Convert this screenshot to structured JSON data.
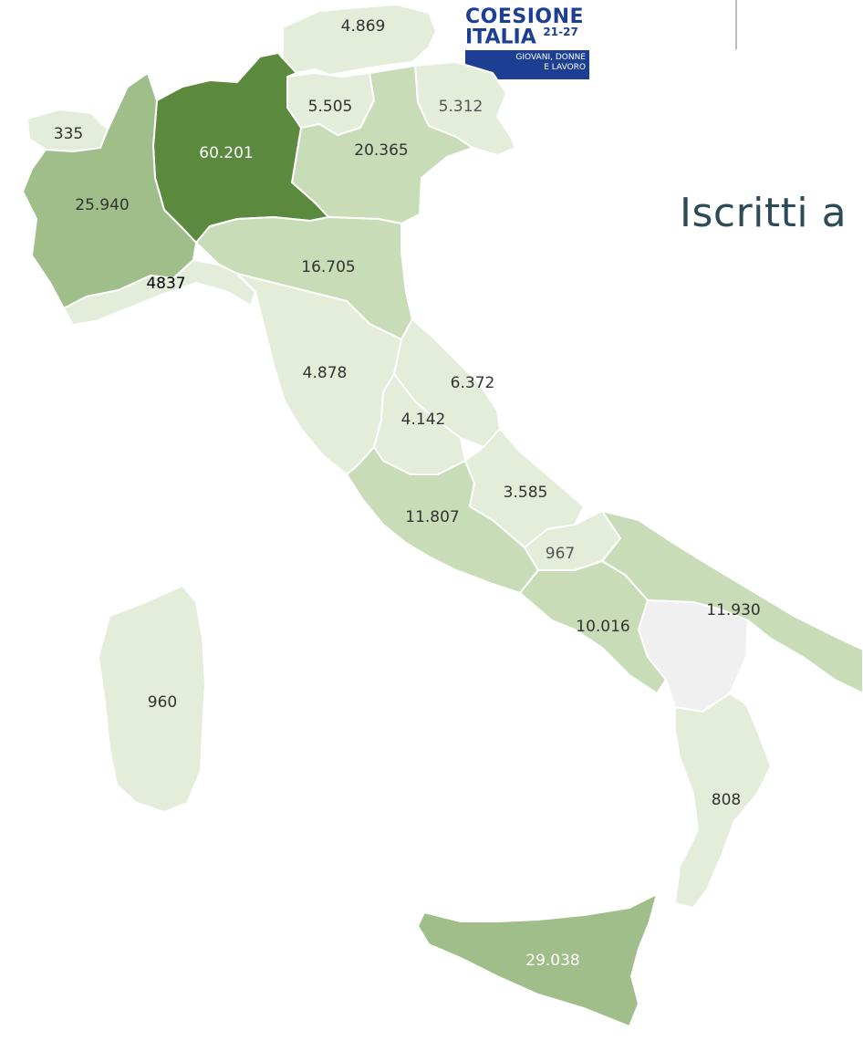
{
  "header": {
    "title_partial": "Iscritti a"
  },
  "logo": {
    "line1": "COESIONE",
    "line2": "ITALIA",
    "years": "21-27",
    "tagline_1": "GIOVANI, DONNE",
    "tagline_2": "E LAVORO",
    "color": "#1d3f93"
  },
  "map": {
    "scale_colors": [
      "#f0f0f0",
      "#e3edd9",
      "#c9dcb8",
      "#9fbe89",
      "#5b8a3e"
    ],
    "regions": [
      {
        "name": "Trentino-Alto Adige (Bolzano)",
        "value": "4.869"
      },
      {
        "name": "Trentino-Alto Adige (Trento)",
        "value": "5.505"
      },
      {
        "name": "Friuli-Venezia Giulia",
        "value": "5.312"
      },
      {
        "name": "Valle d'Aosta",
        "value": "335"
      },
      {
        "name": "Lombardia",
        "value": "60.201"
      },
      {
        "name": "Veneto",
        "value": "20.365"
      },
      {
        "name": "Piemonte",
        "value": "25.940"
      },
      {
        "name": "Emilia-Romagna",
        "value": "16.705"
      },
      {
        "name": "Liguria",
        "value": "4837"
      },
      {
        "name": "Toscana",
        "value": "4.878"
      },
      {
        "name": "Marche",
        "value": "6.372"
      },
      {
        "name": "Umbria",
        "value": "4.142"
      },
      {
        "name": "Abruzzo",
        "value": "3.585"
      },
      {
        "name": "Lazio",
        "value": "11.807"
      },
      {
        "name": "Molise",
        "value": "967"
      },
      {
        "name": "Puglia",
        "value": "11.930"
      },
      {
        "name": "Campania",
        "value": "10.016"
      },
      {
        "name": "Sardegna",
        "value": "960"
      },
      {
        "name": "Calabria",
        "value": "808"
      },
      {
        "name": "Sicilia",
        "value": "29.038"
      }
    ]
  }
}
